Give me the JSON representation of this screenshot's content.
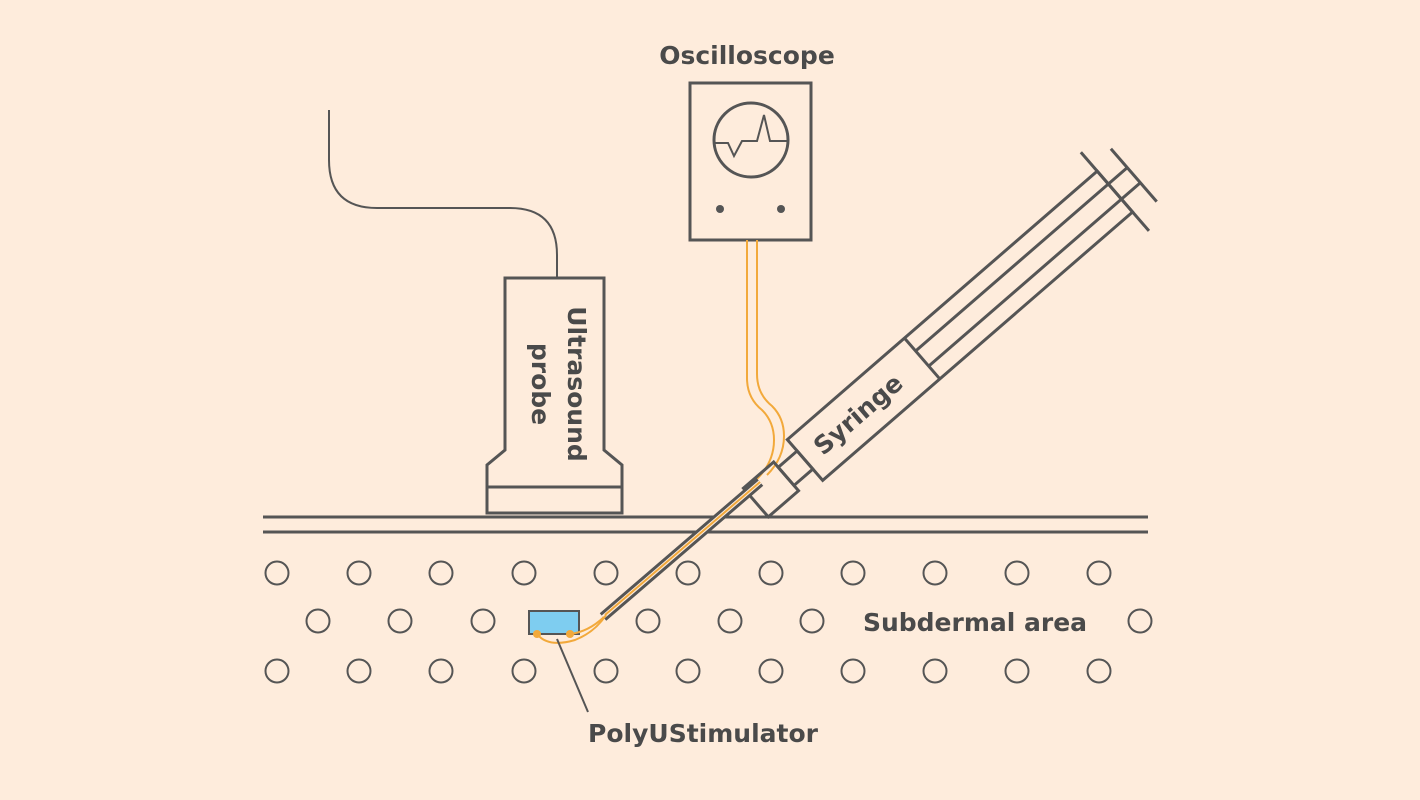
{
  "labels": {
    "oscilloscope": "Oscilloscope",
    "probe_line1": "Ultrasound",
    "probe_line2": "probe",
    "syringe": "Syringe",
    "subdermal": "Subdermal area",
    "stimulator": "PolyUStimulator"
  },
  "colors": {
    "background": "#feecdc",
    "line": "#555555",
    "wire": "#f2a93b",
    "device": "#7ecdf0",
    "text": "#4a4a4a"
  }
}
